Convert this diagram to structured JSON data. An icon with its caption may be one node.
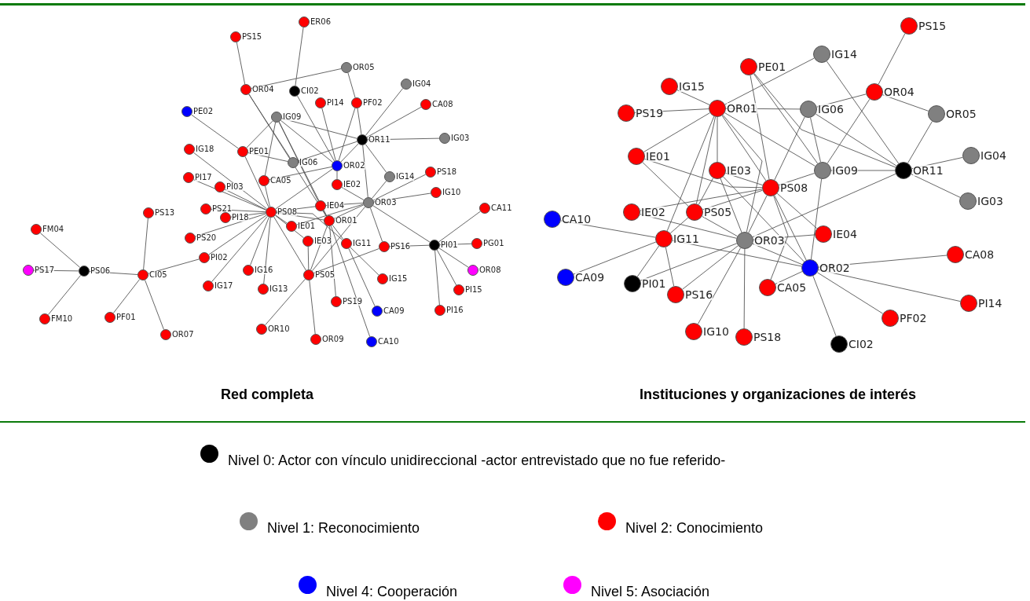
{
  "diagram": {
    "nodes": [
      {
        "text": [
          "PS15"
        ]
      },
      {
        "text": [
          "ER06"
        ]
      },
      {
        "text": [
          "OR05"
        ]
      },
      {
        "text": [
          "OR04"
        ]
      },
      {
        "text": [
          "CI02"
        ]
      },
      {
        "text": [
          "IG04"
        ]
      },
      {
        "text": [
          "PI14"
        ]
      },
      {
        "text": [
          "PF02"
        ]
      },
      {
        "text": [
          "CA08"
        ]
      },
      {
        "text": [
          "PE02"
        ]
      },
      {
        "text": [
          "IG09"
        ]
      },
      {
        "text": [
          "OR11"
        ]
      },
      {
        "text": [
          "IG03"
        ]
      },
      {
        "text": [
          "IG18"
        ]
      },
      {
        "text": [
          "PE01"
        ]
      },
      {
        "text": [
          "IG06"
        ]
      },
      {
        "text": [
          "OR02"
        ]
      },
      {
        "text": [
          "IG14"
        ]
      },
      {
        "text": [
          "PS18"
        ]
      },
      {
        "text": [
          "PI17"
        ]
      },
      {
        "text": [
          "PI03"
        ]
      },
      {
        "text": [
          "CA05"
        ]
      },
      {
        "text": [
          "IE02"
        ]
      },
      {
        "text": [
          "IG10"
        ]
      },
      {
        "text": [
          "PS21"
        ]
      },
      {
        "text": [
          "PI18"
        ]
      },
      {
        "text": [
          "PS08"
        ]
      },
      {
        "text": [
          "IE04"
        ]
      },
      {
        "text": [
          "OR03"
        ]
      },
      {
        "text": [
          "CA11"
        ]
      },
      {
        "text": [
          "PS13"
        ]
      },
      {
        "text": [
          "FM04"
        ]
      },
      {
        "text": [
          "PS20"
        ]
      },
      {
        "text": [
          "IE01"
        ]
      },
      {
        "text": [
          "OR01"
        ]
      },
      {
        "text": [
          "IE03"
        ]
      },
      {
        "text": [
          "IG11"
        ]
      },
      {
        "text": [
          "PS16"
        ]
      },
      {
        "text": [
          "PI01"
        ]
      },
      {
        "text": [
          "PG01"
        ]
      },
      {
        "text": [
          "PS17"
        ]
      },
      {
        "text": [
          "PS06"
        ]
      },
      {
        "text": [
          "CI05"
        ]
      },
      {
        "text": [
          "PI02"
        ]
      },
      {
        "text": [
          "OR08"
        ]
      },
      {
        "text": [
          "IG16"
        ]
      },
      {
        "text": [
          "PS05"
        ]
      },
      {
        "text": [
          "IG17"
        ]
      },
      {
        "text": [
          "IG13"
        ]
      },
      {
        "text": [
          "IG15"
        ]
      },
      {
        "text": [
          "PI15"
        ]
      },
      {
        "text": [
          "PF01"
        ]
      },
      {
        "text": [
          "PS19"
        ]
      },
      {
        "text": [
          "CA09"
        ]
      },
      {
        "text": [
          "PI16"
        ]
      },
      {
        "text": [
          "FM10"
        ]
      },
      {
        "text": [
          "OR07"
        ]
      },
      {
        "text": [
          "OR10"
        ]
      },
      {
        "text": [
          "OR09"
        ]
      },
      {
        "text": [
          "CA10"
        ]
      },
      {
        "text": [
          "PS15"
        ]
      },
      {
        "text": [
          "IG14"
        ]
      },
      {
        "text": [
          "PE01"
        ]
      },
      {
        "text": [
          "IG15"
        ]
      },
      {
        "text": [
          "OR04"
        ]
      },
      {
        "text": [
          "OR01"
        ]
      },
      {
        "text": [
          "PS19"
        ]
      },
      {
        "text": [
          "IG06"
        ]
      },
      {
        "text": [
          "OR05"
        ]
      },
      {
        "text": [
          "IE01"
        ]
      },
      {
        "text": [
          "IE03"
        ]
      },
      {
        "text": [
          "OR11"
        ]
      },
      {
        "text": [
          "IG09"
        ]
      },
      {
        "text": [
          "IG04"
        ]
      },
      {
        "text": [
          "PS08"
        ]
      },
      {
        "text": [
          "IG03"
        ]
      },
      {
        "text": [
          "IE02"
        ]
      },
      {
        "text": [
          "PS05"
        ]
      },
      {
        "text": [
          "CA10"
        ]
      },
      {
        "text": [
          "IG11"
        ]
      },
      {
        "text": [
          "OR03"
        ]
      },
      {
        "text": [
          "IE04"
        ]
      },
      {
        "text": [
          "CA08"
        ]
      },
      {
        "text": [
          "OR02"
        ]
      },
      {
        "text": [
          "CA09"
        ]
      },
      {
        "text": [
          "PI01"
        ]
      },
      {
        "text": [
          "PS16"
        ]
      },
      {
        "text": [
          "CA05"
        ]
      },
      {
        "text": [
          "PI14"
        ]
      },
      {
        "text": [
          "PF02"
        ]
      },
      {
        "text": [
          "IG10"
        ]
      },
      {
        "text": [
          "PS18"
        ]
      },
      {
        "text": [
          "CI02"
        ]
      }
    ],
    "edges": [
      {
        "from": 0,
        "to": 3,
        "arrow": "none"
      },
      {
        "from": 1,
        "to": 4,
        "arrow": "none"
      },
      {
        "from": 3,
        "to": 2,
        "arrow": "none"
      },
      {
        "from": 2,
        "to": 7,
        "arrow": "none"
      },
      {
        "from": 7,
        "to": 11,
        "arrow": "none"
      },
      {
        "from": 7,
        "to": 16,
        "arrow": "none"
      },
      {
        "from": 6,
        "to": 16,
        "arrow": "none"
      },
      {
        "from": 4,
        "to": 16,
        "arrow": "none"
      },
      {
        "from": 5,
        "to": 11,
        "arrow": "none"
      },
      {
        "from": 8,
        "to": 11,
        "arrow": "none"
      },
      {
        "from": 12,
        "to": 11,
        "arrow": "none"
      },
      {
        "from": 9,
        "to": 14,
        "arrow": "none"
      },
      {
        "from": 10,
        "to": 11,
        "arrow": "none"
      },
      {
        "from": 10,
        "to": 14,
        "arrow": "none"
      },
      {
        "from": 10,
        "to": 21,
        "arrow": "none"
      },
      {
        "from": 10,
        "to": 27,
        "arrow": "none"
      },
      {
        "from": 10,
        "to": 34,
        "arrow": "none"
      },
      {
        "from": 10,
        "to": 16,
        "arrow": "none"
      },
      {
        "from": 3,
        "to": 15,
        "arrow": "none"
      },
      {
        "from": 3,
        "to": 34,
        "arrow": "none"
      },
      {
        "from": 14,
        "to": 15,
        "arrow": "none"
      },
      {
        "from": 14,
        "to": 26,
        "arrow": "none"
      },
      {
        "from": 15,
        "to": 11,
        "arrow": "none"
      },
      {
        "from": 11,
        "to": 16,
        "arrow": "none"
      },
      {
        "from": 11,
        "to": 17,
        "arrow": "none"
      },
      {
        "from": 11,
        "to": 28,
        "arrow": "none"
      },
      {
        "from": 16,
        "to": 21,
        "arrow": "none"
      },
      {
        "from": 16,
        "to": 22,
        "arrow": "none"
      },
      {
        "from": 16,
        "to": 26,
        "arrow": "none"
      },
      {
        "from": 17,
        "to": 28,
        "arrow": "none"
      },
      {
        "from": 18,
        "to": 28,
        "arrow": "none"
      },
      {
        "from": 23,
        "to": 28,
        "arrow": "none"
      },
      {
        "from": 28,
        "to": 22,
        "arrow": "none"
      },
      {
        "from": 28,
        "to": 27,
        "arrow": "none"
      },
      {
        "from": 28,
        "to": 34,
        "arrow": "none"
      },
      {
        "from": 28,
        "to": 37,
        "arrow": "none"
      },
      {
        "from": 28,
        "to": 38,
        "arrow": "none"
      },
      {
        "from": 28,
        "to": 46,
        "arrow": "none"
      },
      {
        "from": 28,
        "to": 33,
        "arrow": "none"
      },
      {
        "from": 26,
        "to": 13,
        "arrow": "none"
      },
      {
        "from": 26,
        "to": 19,
        "arrow": "none"
      },
      {
        "from": 26,
        "to": 20,
        "arrow": "none"
      },
      {
        "from": 26,
        "to": 24,
        "arrow": "none"
      },
      {
        "from": 26,
        "to": 25,
        "arrow": "none"
      },
      {
        "from": 26,
        "to": 32,
        "arrow": "none"
      },
      {
        "from": 26,
        "to": 43,
        "arrow": "none"
      },
      {
        "from": 26,
        "to": 47,
        "arrow": "none"
      },
      {
        "from": 26,
        "to": 45,
        "arrow": "none"
      },
      {
        "from": 26,
        "to": 48,
        "arrow": "none"
      },
      {
        "from": 26,
        "to": 21,
        "arrow": "none"
      },
      {
        "from": 26,
        "to": 27,
        "arrow": "none"
      },
      {
        "from": 26,
        "to": 33,
        "arrow": "none"
      },
      {
        "from": 26,
        "to": 34,
        "arrow": "none"
      },
      {
        "from": 26,
        "to": 46,
        "arrow": "none"
      },
      {
        "from": 26,
        "to": 35,
        "arrow": "none"
      },
      {
        "from": 26,
        "to": 36,
        "arrow": "none"
      },
      {
        "from": 46,
        "to": 35,
        "arrow": "none"
      },
      {
        "from": 46,
        "to": 34,
        "arrow": "none"
      },
      {
        "from": 46,
        "to": 57,
        "arrow": "none"
      },
      {
        "from": 46,
        "to": 58,
        "arrow": "none"
      },
      {
        "from": 46,
        "to": 37,
        "arrow": "none"
      },
      {
        "from": 34,
        "to": 52,
        "arrow": "none"
      },
      {
        "from": 34,
        "to": 36,
        "arrow": "none"
      },
      {
        "from": 34,
        "to": 27,
        "arrow": "none"
      },
      {
        "from": 36,
        "to": 49,
        "arrow": "none"
      },
      {
        "from": 36,
        "to": 53,
        "arrow": "none"
      },
      {
        "from": 34,
        "to": 59,
        "arrow": "none"
      },
      {
        "from": 38,
        "to": 29,
        "arrow": "none"
      },
      {
        "from": 38,
        "to": 39,
        "arrow": "none"
      },
      {
        "from": 38,
        "to": 44,
        "arrow": "none"
      },
      {
        "from": 38,
        "to": 50,
        "arrow": "none"
      },
      {
        "from": 38,
        "to": 54,
        "arrow": "none"
      },
      {
        "from": 38,
        "to": 37,
        "arrow": "none"
      },
      {
        "from": 42,
        "to": 41,
        "arrow": "none"
      },
      {
        "from": 42,
        "to": 30,
        "arrow": "none"
      },
      {
        "from": 42,
        "to": 43,
        "arrow": "none"
      },
      {
        "from": 42,
        "to": 51,
        "arrow": "none"
      },
      {
        "from": 42,
        "to": 56,
        "arrow": "none"
      },
      {
        "from": 41,
        "to": 31,
        "arrow": "none"
      },
      {
        "from": 41,
        "to": 40,
        "arrow": "none"
      },
      {
        "from": 41,
        "to": 55,
        "arrow": "none"
      },
      {
        "from": 63,
        "to": 65,
        "arrow": "none"
      },
      {
        "from": 66,
        "to": 65,
        "arrow": "none"
      },
      {
        "from": 65,
        "to": 69,
        "arrow": "none"
      },
      {
        "from": 65,
        "to": 67,
        "arrow": "none"
      },
      {
        "from": 65,
        "to": 61,
        "arrow": "none"
      },
      {
        "from": 65,
        "to": 70,
        "arrow": "none"
      },
      {
        "from": 65,
        "to": 77,
        "arrow": "none"
      },
      {
        "from": 65,
        "to": 79,
        "arrow": "none"
      },
      {
        "from": 65,
        "to": 74,
        "arrow": "none"
      },
      {
        "from": 65,
        "to": 80,
        "arrow": "none"
      },
      {
        "from": 65,
        "to": 72,
        "arrow": "none"
      },
      {
        "from": 62,
        "to": 74,
        "arrow": "none"
      },
      {
        "from": 62,
        "to": 72,
        "arrow": "none"
      },
      {
        "from": 62,
        "to": 71,
        "arrow": "none"
      },
      {
        "from": 61,
        "to": 71,
        "arrow": "none"
      },
      {
        "from": 67,
        "to": 64,
        "arrow": "none"
      },
      {
        "from": 67,
        "to": 71,
        "arrow": "none"
      },
      {
        "from": 67,
        "to": 72,
        "arrow": "none"
      },
      {
        "from": 67,
        "to": 74,
        "arrow": "none"
      },
      {
        "from": 64,
        "to": 60,
        "arrow": "none"
      },
      {
        "from": 64,
        "to": 68,
        "arrow": "none"
      },
      {
        "from": 64,
        "to": 72,
        "arrow": "none"
      },
      {
        "from": 68,
        "to": 71,
        "arrow": "none"
      },
      {
        "from": 71,
        "to": 73,
        "arrow": "none"
      },
      {
        "from": 71,
        "to": 75,
        "arrow": "none"
      },
      {
        "from": 71,
        "to": 72,
        "arrow": "none"
      },
      {
        "from": 71,
        "to": 80,
        "arrow": "none"
      },
      {
        "from": 72,
        "to": 74,
        "arrow": "none"
      },
      {
        "from": 72,
        "to": 83,
        "arrow": "none"
      },
      {
        "from": 74,
        "to": 69,
        "arrow": "none"
      },
      {
        "from": 74,
        "to": 70,
        "arrow": "none"
      },
      {
        "from": 74,
        "to": 76,
        "arrow": "none"
      },
      {
        "from": 74,
        "to": 77,
        "arrow": "none"
      },
      {
        "from": 74,
        "to": 80,
        "arrow": "none"
      },
      {
        "from": 74,
        "to": 87,
        "arrow": "none"
      },
      {
        "from": 74,
        "to": 81,
        "arrow": "none"
      },
      {
        "from": 74,
        "to": 83,
        "arrow": "none"
      },
      {
        "from": 69,
        "to": 77,
        "arrow": "none"
      },
      {
        "from": 70,
        "to": 77,
        "arrow": "none"
      },
      {
        "from": 70,
        "to": 80,
        "arrow": "none"
      },
      {
        "from": 70,
        "to": 83,
        "arrow": "none"
      },
      {
        "from": 76,
        "to": 80,
        "arrow": "none"
      },
      {
        "from": 77,
        "to": 80,
        "arrow": "none"
      },
      {
        "from": 77,
        "to": 79,
        "arrow": "none"
      },
      {
        "from": 78,
        "to": 79,
        "arrow": "none"
      },
      {
        "from": 79,
        "to": 83,
        "arrow": "none"
      },
      {
        "from": 84,
        "to": 79,
        "arrow": "none"
      },
      {
        "from": 85,
        "to": 79,
        "arrow": "none"
      },
      {
        "from": 85,
        "to": 80,
        "arrow": "none"
      },
      {
        "from": 86,
        "to": 79,
        "arrow": "none"
      },
      {
        "from": 80,
        "to": 81,
        "arrow": "none"
      },
      {
        "from": 80,
        "to": 86,
        "arrow": "none"
      },
      {
        "from": 80,
        "to": 90,
        "arrow": "none"
      },
      {
        "from": 80,
        "to": 91,
        "arrow": "none"
      },
      {
        "from": 80,
        "to": 83,
        "arrow": "none"
      },
      {
        "from": 83,
        "to": 82,
        "arrow": "none"
      },
      {
        "from": 83,
        "to": 88,
        "arrow": "none"
      },
      {
        "from": 83,
        "to": 89,
        "arrow": "none"
      },
      {
        "from": 83,
        "to": 92,
        "arrow": "none"
      },
      {
        "from": 83,
        "to": 87,
        "arrow": "none"
      }
    ],
    "labels": [
      "Red completa",
      "Instituciones y organizaciones de interés"
    ],
    "legend": [
      {
        "text": "Nivel 0: Actor con vínculo unidireccional -actor entrevistado que no fue referido-",
        "color": "#000000"
      },
      {
        "text": "Nivel 1: Reconocimiento",
        "color": "#808080"
      },
      {
        "text": "Nivel 2: Conocimiento",
        "color": "#ff0000"
      },
      {
        "text": "Nivel 4: Cooperación",
        "color": "#0000ff"
      },
      {
        "text": "Nivel 5: Asociación",
        "color": "#ff00ff"
      }
    ]
  }
}
